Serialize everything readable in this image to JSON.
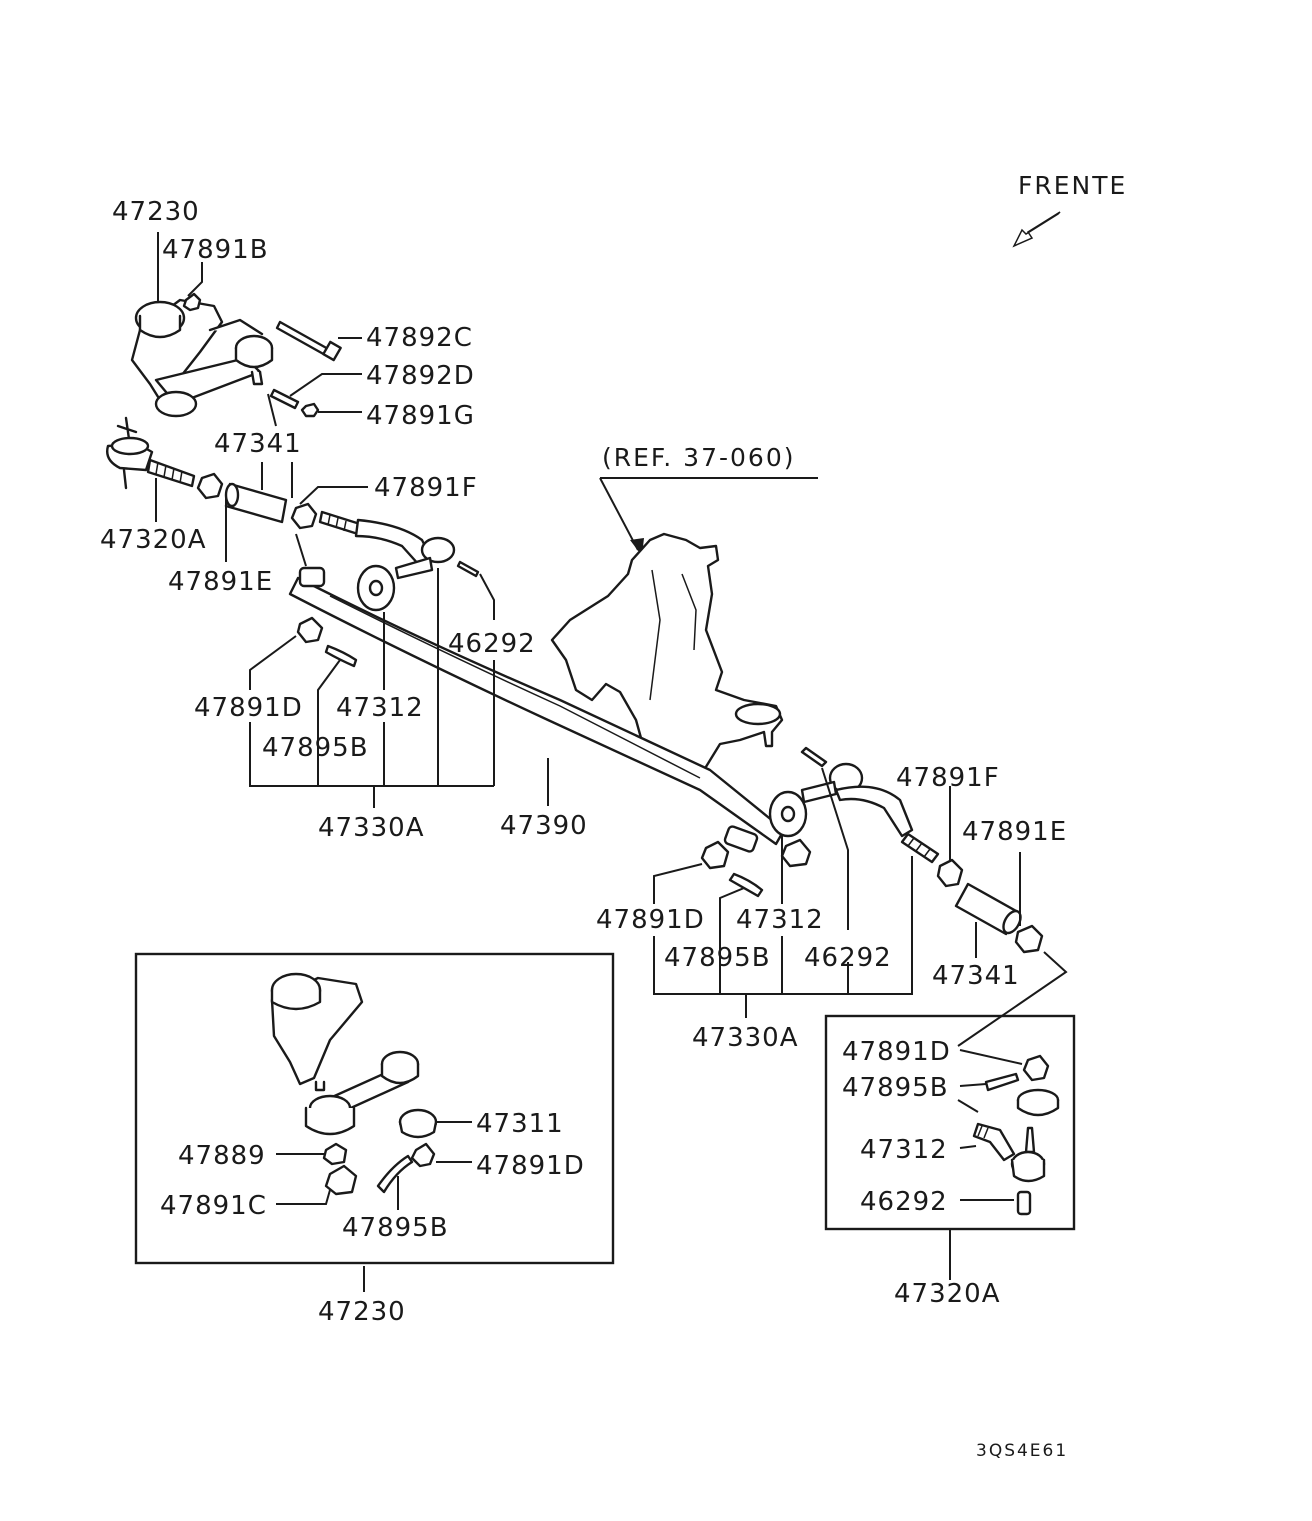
{
  "front_label": "FRENTE",
  "ref_label": "(REF. 37-060)",
  "diagram_code": "3QS4E61",
  "labels": {
    "l_47230_top": "47230",
    "l_47891B": "47891B",
    "l_47892C": "47892C",
    "l_47892D": "47892D",
    "l_47891G": "47891G",
    "l_47341_left": "47341",
    "l_47891F_left": "47891F",
    "l_47320A_left": "47320A",
    "l_47891E_left": "47891E",
    "l_46292_left": "46292",
    "l_47891D_left": "47891D",
    "l_47312_left": "47312",
    "l_47895B_left": "47895B",
    "l_47330A_left": "47330A",
    "l_47390": "47390",
    "l_47891F_right": "47891F",
    "l_47891E_right": "47891E",
    "l_47891D_mid": "47891D",
    "l_47312_mid": "47312",
    "l_47895B_mid": "47895B",
    "l_46292_mid": "46292",
    "l_47341_right": "47341",
    "l_47330A_right": "47330A",
    "l_47891D_box": "47891D",
    "l_47895B_box": "47895B",
    "l_47312_box": "47312",
    "l_46292_box": "46292",
    "l_47320A_right": "47320A",
    "l_47311": "47311",
    "l_47889": "47889",
    "l_47891D_inset": "47891D",
    "l_47891C": "47891C",
    "l_47895B_inset": "47895B",
    "l_47230_bottom": "47230"
  }
}
